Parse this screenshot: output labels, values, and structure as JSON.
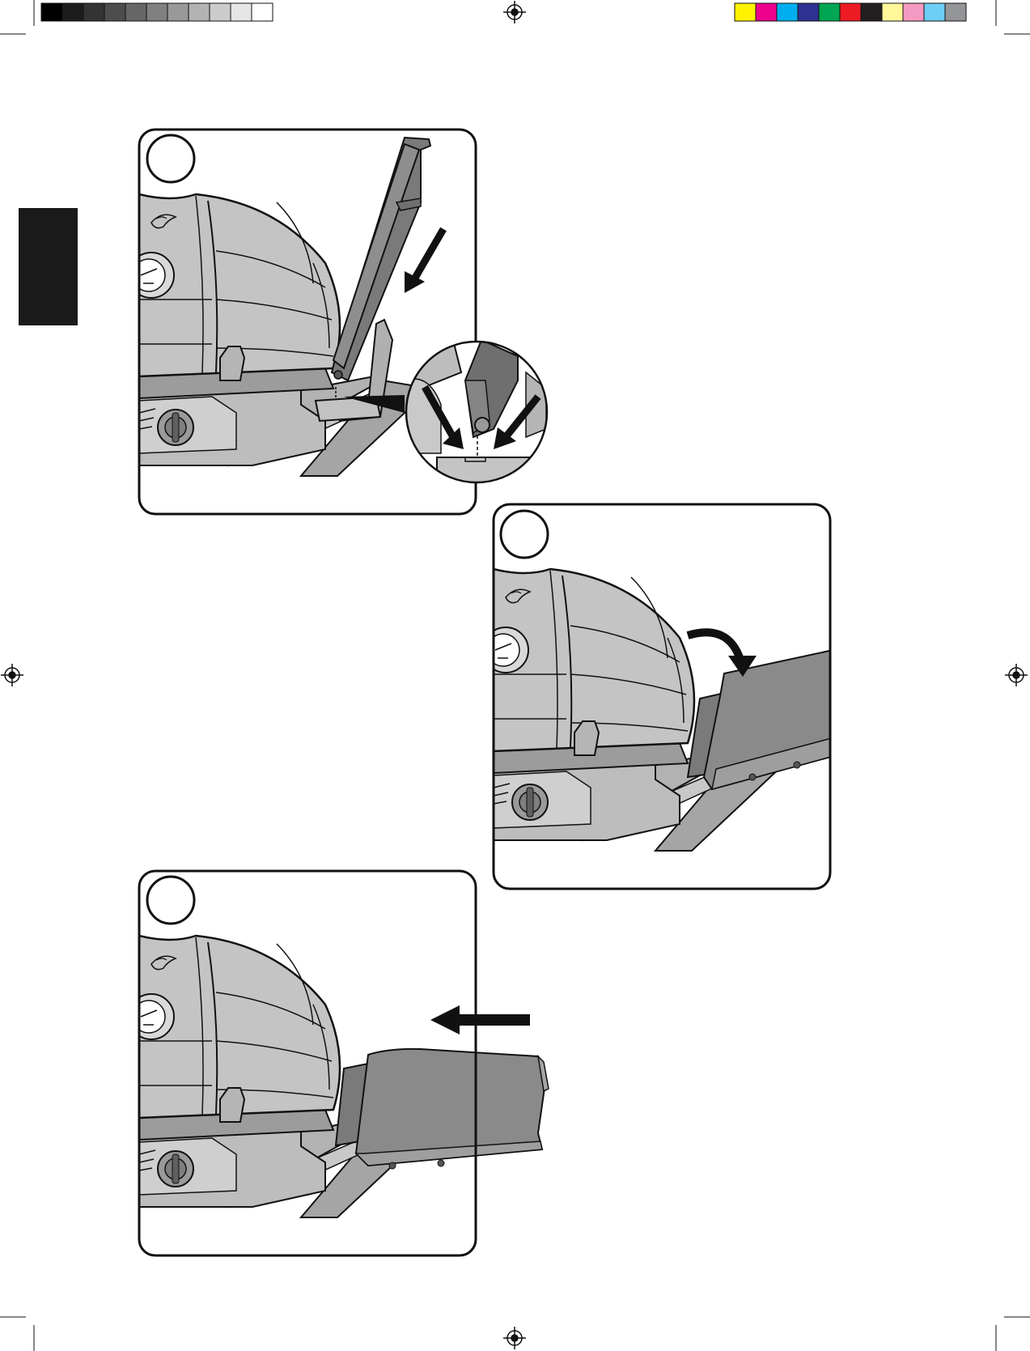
{
  "print_marks": {
    "grayscale_bar": [
      "#000000",
      "#1c1c1c",
      "#333333",
      "#4d4d4d",
      "#666666",
      "#808080",
      "#999999",
      "#b3b3b3",
      "#cccccc",
      "#e6e6e6",
      "#ffffff"
    ],
    "color_bar": [
      "#fff200",
      "#ec008c",
      "#00aeef",
      "#2e3192",
      "#00a651",
      "#ed1c24",
      "#231f20",
      "#fff799",
      "#f49ac2",
      "#6dcff6",
      "#939598"
    ]
  },
  "colors": {
    "ink": "#111111",
    "grill_body": "#c4c4c4",
    "grill_shade": "#a9a9a9",
    "shelf": "#8a8a8a",
    "shelf_dark": "#6f6f6f",
    "leg": "#b2b2b2",
    "tab": "#1a1a1a"
  },
  "steps": [
    {
      "id": "step-1",
      "number": "",
      "action": "insert-shelf-into-bracket",
      "arrow": "arrow-down-left",
      "detail_zoom": true
    },
    {
      "id": "step-2",
      "number": "",
      "action": "rotate-shelf-down",
      "arrow": "curved-arrow"
    },
    {
      "id": "step-3",
      "number": "",
      "action": "push-shelf-toward-grill",
      "arrow": "arrow-left"
    }
  ]
}
